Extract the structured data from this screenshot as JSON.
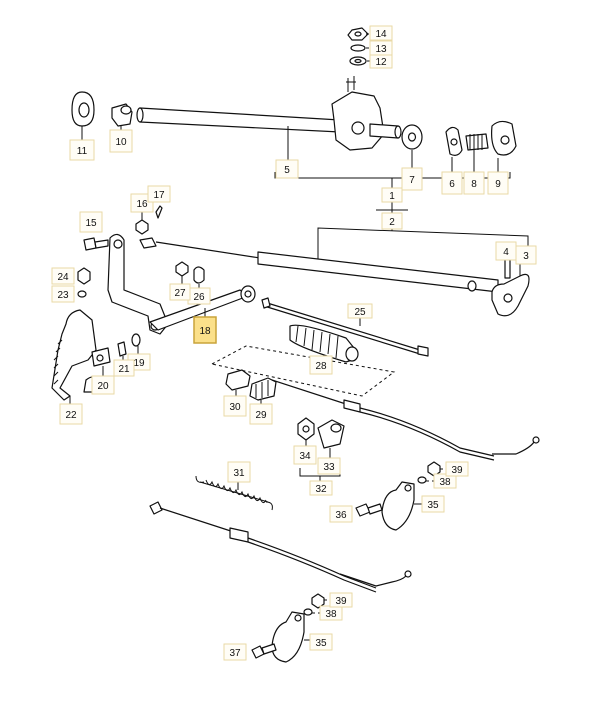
{
  "diagram": {
    "highlighted": "18",
    "callouts": {
      "c1": "1",
      "c2": "2",
      "c3": "3",
      "c4": "4",
      "c5": "5",
      "c6": "6",
      "c7": "7",
      "c8": "8",
      "c9": "9",
      "c10": "10",
      "c11": "11",
      "c12": "12",
      "c13": "13",
      "c14": "14",
      "c15": "15",
      "c16": "16",
      "c17": "17",
      "c18": "18",
      "c19": "19",
      "c20": "20",
      "c21": "21",
      "c22": "22",
      "c23": "23",
      "c24": "24",
      "c25": "25",
      "c26": "26",
      "c27": "27",
      "c28": "28",
      "c29": "29",
      "c30": "30",
      "c31": "31",
      "c32": "32",
      "c33": "33",
      "c34": "34",
      "c35a": "35",
      "c35b": "35",
      "c36": "36",
      "c37": "37",
      "c38a": "38",
      "c38b": "38",
      "c39a": "39",
      "c39b": "39"
    }
  }
}
